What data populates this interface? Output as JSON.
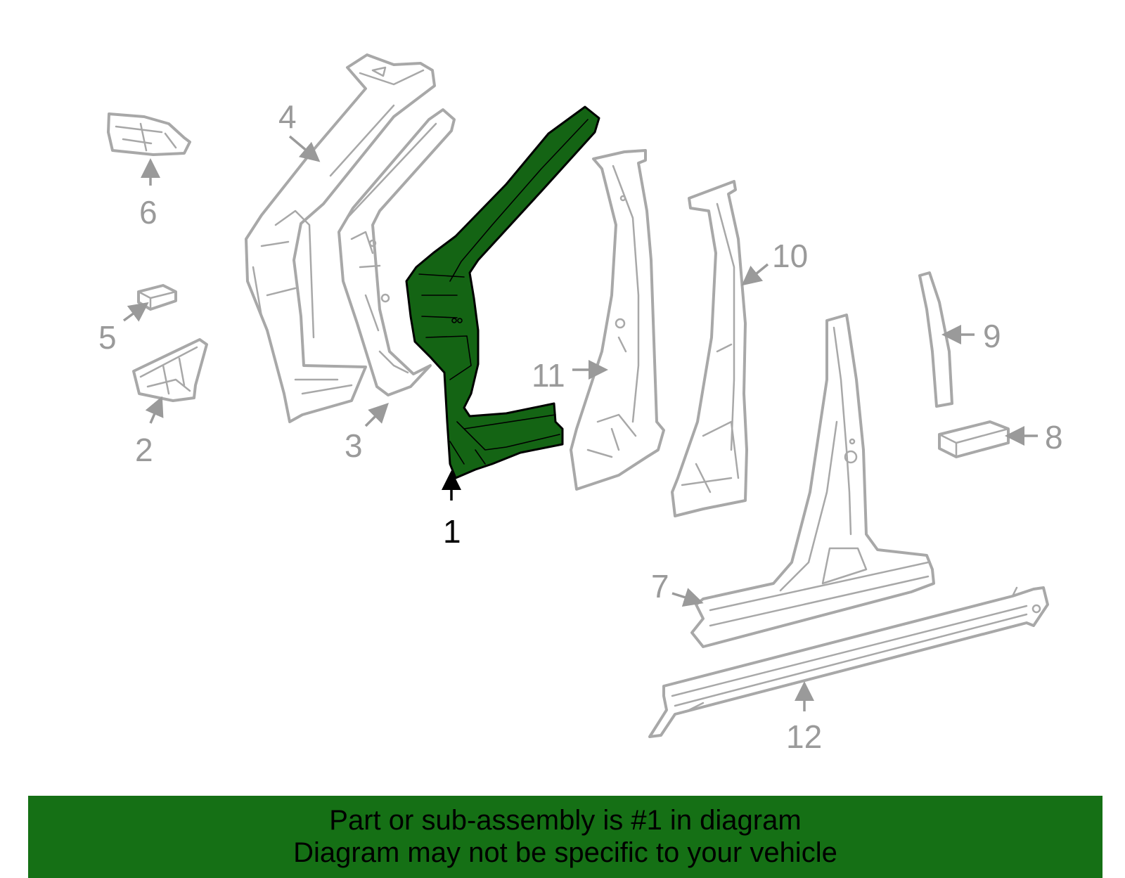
{
  "callouts": {
    "c1": "1",
    "c2": "2",
    "c3": "3",
    "c4": "4",
    "c5": "5",
    "c6": "6",
    "c7": "7",
    "c8": "8",
    "c9": "9",
    "c10": "10",
    "c11": "11",
    "c12": "12"
  },
  "banner": {
    "line1": "Part or sub-assembly is #1 in diagram",
    "line2": "Diagram may not be specific to your vehicle"
  },
  "colors": {
    "highlight": "#146414",
    "banner": "#157015",
    "outline": "#a8a8a8"
  }
}
